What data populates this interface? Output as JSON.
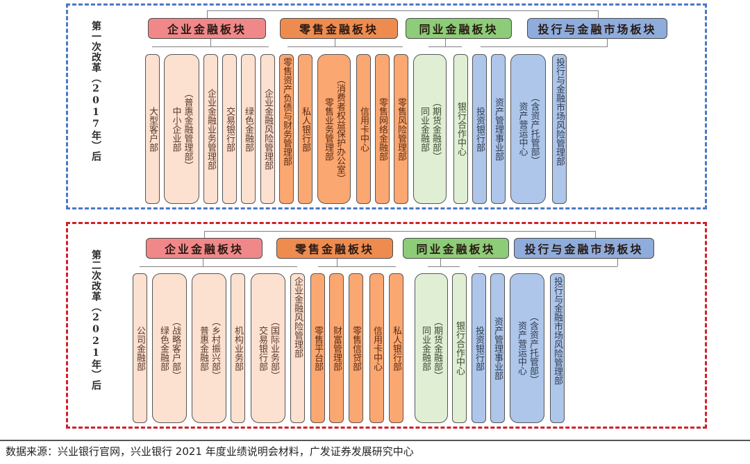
{
  "reform1": {
    "label": "第一次改革（2017年）后",
    "frame_color": "#4a78c4",
    "sectors": [
      {
        "name": "企业金融板块",
        "color": "#f0888a"
      },
      {
        "name": "零售金融板块",
        "color": "#ee8c50"
      },
      {
        "name": "同业金融板块",
        "color": "#8dcc78"
      },
      {
        "name": "投行与金融市场板块",
        "color": "#8eacdc"
      }
    ],
    "depts": {
      "d0": "大型客户部",
      "d1a": "中小企业部",
      "d1b": "（普惠金融管理部）",
      "d2": "企业金融业务管理部",
      "d3": "交易银行部",
      "d4": "绿色金融部",
      "d5": "企业金融风险管理部",
      "d6": "零售资产负债与财务管理部",
      "d7": "私人银行部",
      "d8a": "零售业务管理部",
      "d8b": "（消费者权益保护办公室）",
      "d9": "信用卡中心",
      "d10": "零售网络金融部",
      "d11": "零售风险管理部",
      "d12a": "同业金融部",
      "d12b": "（期货金融部）",
      "d13": "银行合作中心",
      "d14": "投资银行部",
      "d15": "资产管理事业部",
      "d16a": "资产营运中心",
      "d16b": "（含资产托管部）",
      "d17": "投行与金融市场风险管理部"
    }
  },
  "reform2": {
    "label": "第二次改革（2021年）后",
    "frame_color": "#d0202a",
    "sectors": [
      {
        "name": "企业金融板块",
        "color": "#f0888a"
      },
      {
        "name": "零售金融板块",
        "color": "#ee8c50"
      },
      {
        "name": "同业金融板块",
        "color": "#8dcc78"
      },
      {
        "name": "投行与金融市场板块",
        "color": "#8eacdc"
      }
    ],
    "depts": {
      "d0": "公司金融部",
      "d1a": "绿色金融部",
      "d1b": "（战略客户部）",
      "d2a": "普惠金融部",
      "d2b": "（乡村振兴部）",
      "d3": "机构业务部",
      "d4a": "交易银行部",
      "d4b": "（国际业务部）",
      "d5": "企业金融风险管理部",
      "d6": "零售平台部",
      "d7": "财富管理部",
      "d8": "零售信贷部",
      "d9": "信用卡中心",
      "d10": "私人银行部",
      "d11a": "同业金融部",
      "d11b": "（期货金融部）",
      "d12": "银行合作中心",
      "d13": "投资银行部",
      "d14": "资产管理事业部",
      "d15a": "资产营运中心",
      "d15b": "（含资产托管部）",
      "d16": "投行与金融市场风险管理部"
    }
  },
  "source": "数据来源：兴业银行官网，兴业银行 2021 年度业绩说明会材料，广发证券发展研究中心"
}
